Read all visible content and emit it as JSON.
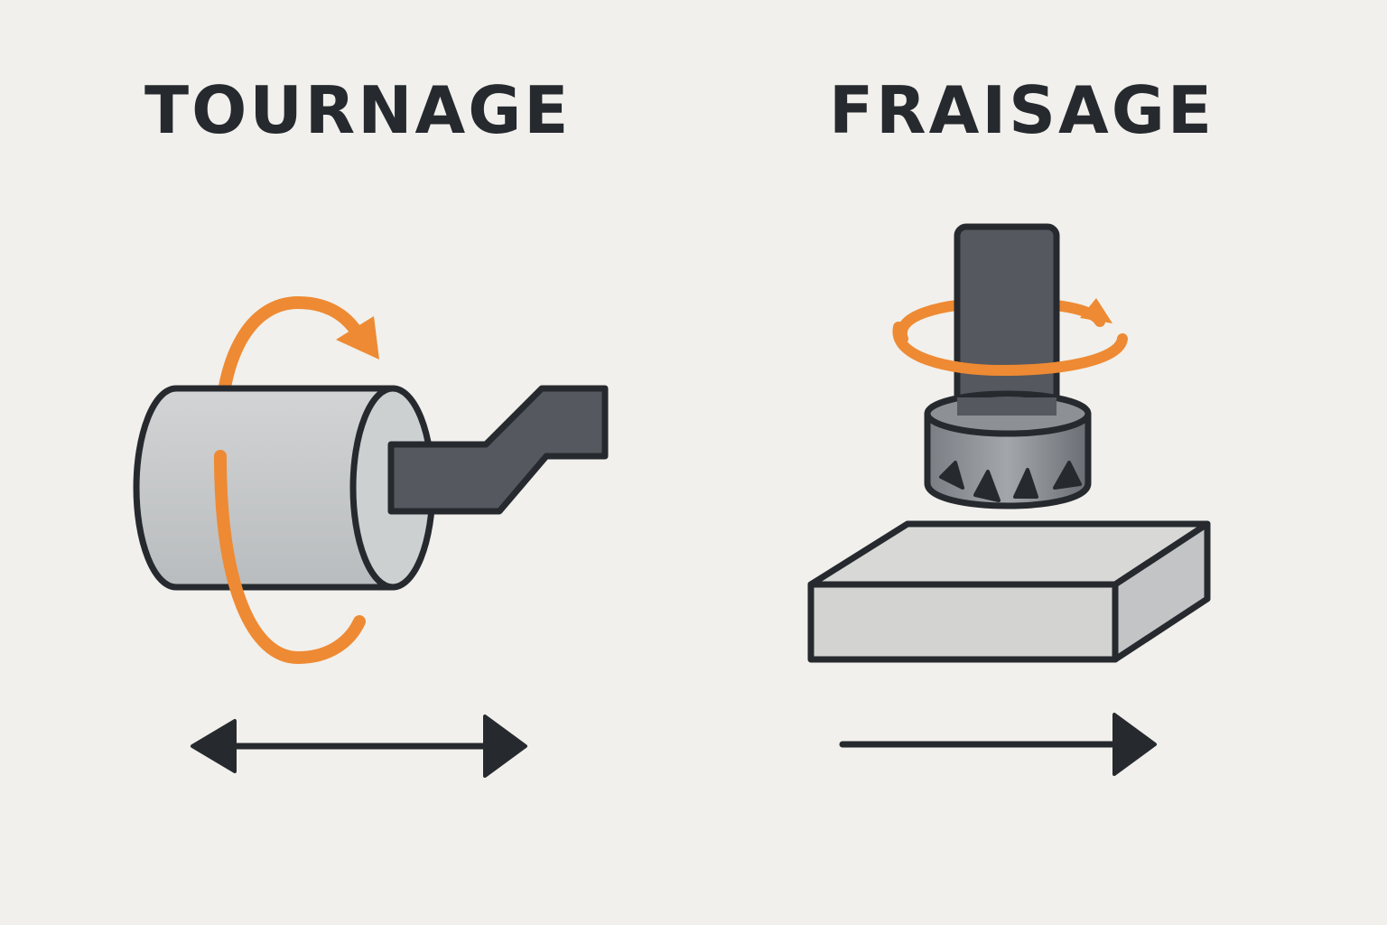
{
  "left_panel": {
    "title": "TOURNAGE",
    "workpiece": "cylinder",
    "tool": "lathe-cutting-tool",
    "rotation_icon": "rotation-arrow-icon",
    "motion_icon": "double-headed-arrow-icon"
  },
  "right_panel": {
    "title": "FRAISAGE",
    "workpiece": "rectangular-block",
    "tool": "milling-cutter",
    "rotation_icon": "rotation-arrow-icon",
    "motion_icon": "right-arrow-icon"
  },
  "colors": {
    "background": "#f1f0ec",
    "outline": "#262a2f",
    "accent": "#ee8a33",
    "metal_light": "#c9cbcc",
    "metal_dark": "#55585e"
  }
}
